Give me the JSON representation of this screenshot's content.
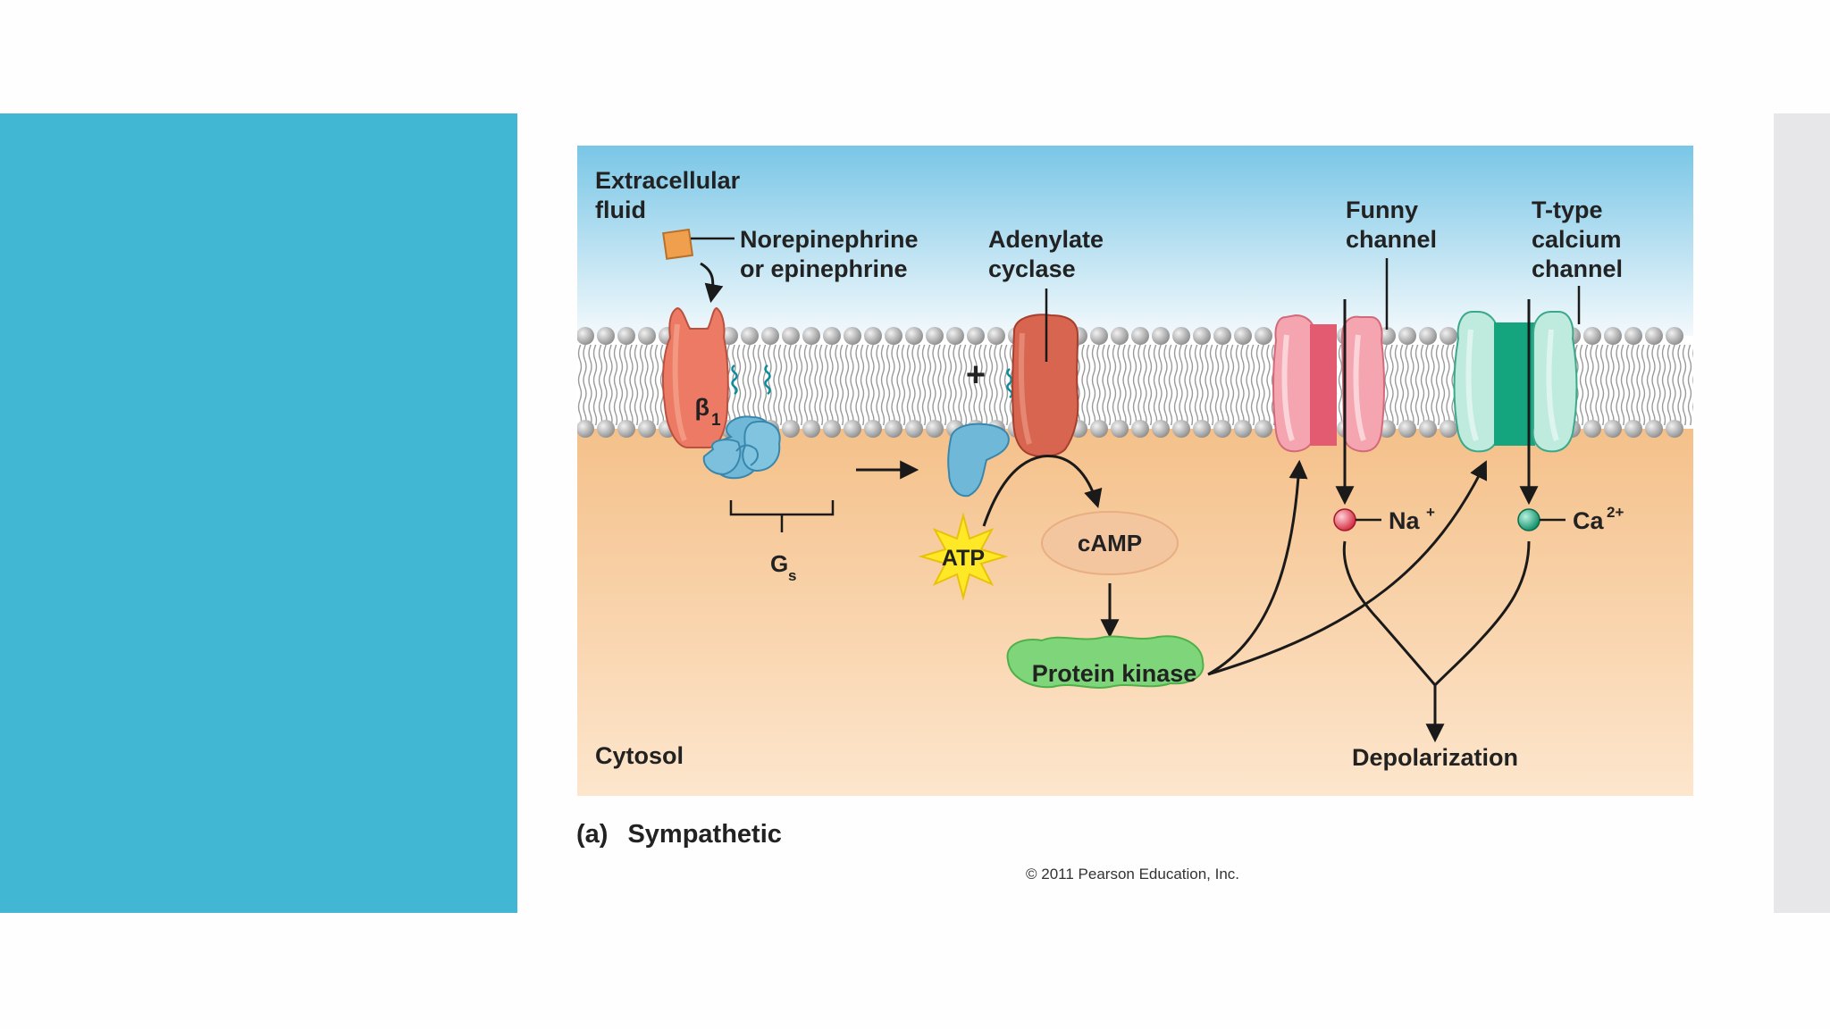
{
  "diagram": {
    "labels": {
      "extracellular_line1": "Extracellular",
      "extracellular_line2": "fluid",
      "ligand_line1": "Norepinephrine",
      "ligand_line2": "or epinephrine",
      "adenylate_line1": "Adenylate",
      "adenylate_line2": "cyclase",
      "funny_line1": "Funny",
      "funny_line2": "channel",
      "ttype_line1": "T-type",
      "ttype_line2": "calcium",
      "ttype_line3": "channel",
      "receptor_symbol": "β",
      "receptor_subscript": "1",
      "gprotein": "G",
      "gprotein_subscript": "s",
      "plus": "+",
      "atp": "ATP",
      "camp": "cAMP",
      "protein_kinase": "Protein kinase",
      "sodium": "Na",
      "sodium_charge": "+",
      "calcium": "Ca",
      "calcium_charge": "2+",
      "cytosol": "Cytosol",
      "depolarization": "Depolarization"
    }
  },
  "caption": {
    "tag": "(a)",
    "title": "Sympathetic"
  },
  "copyright": "© 2011 Pearson Education, Inc.",
  "colors": {
    "side_panel": "#41b7d3",
    "receptor": "#ec7a64",
    "g_protein": "#6fb8d8",
    "adenylate_cyclase": "#d8654f",
    "funny_channel": "#f4a5b0",
    "t_type_channel": "#7fd2b8",
    "protein_kinase": "#7fd67a",
    "camp": "#f3c6a0",
    "atp": "#ffe825"
  }
}
